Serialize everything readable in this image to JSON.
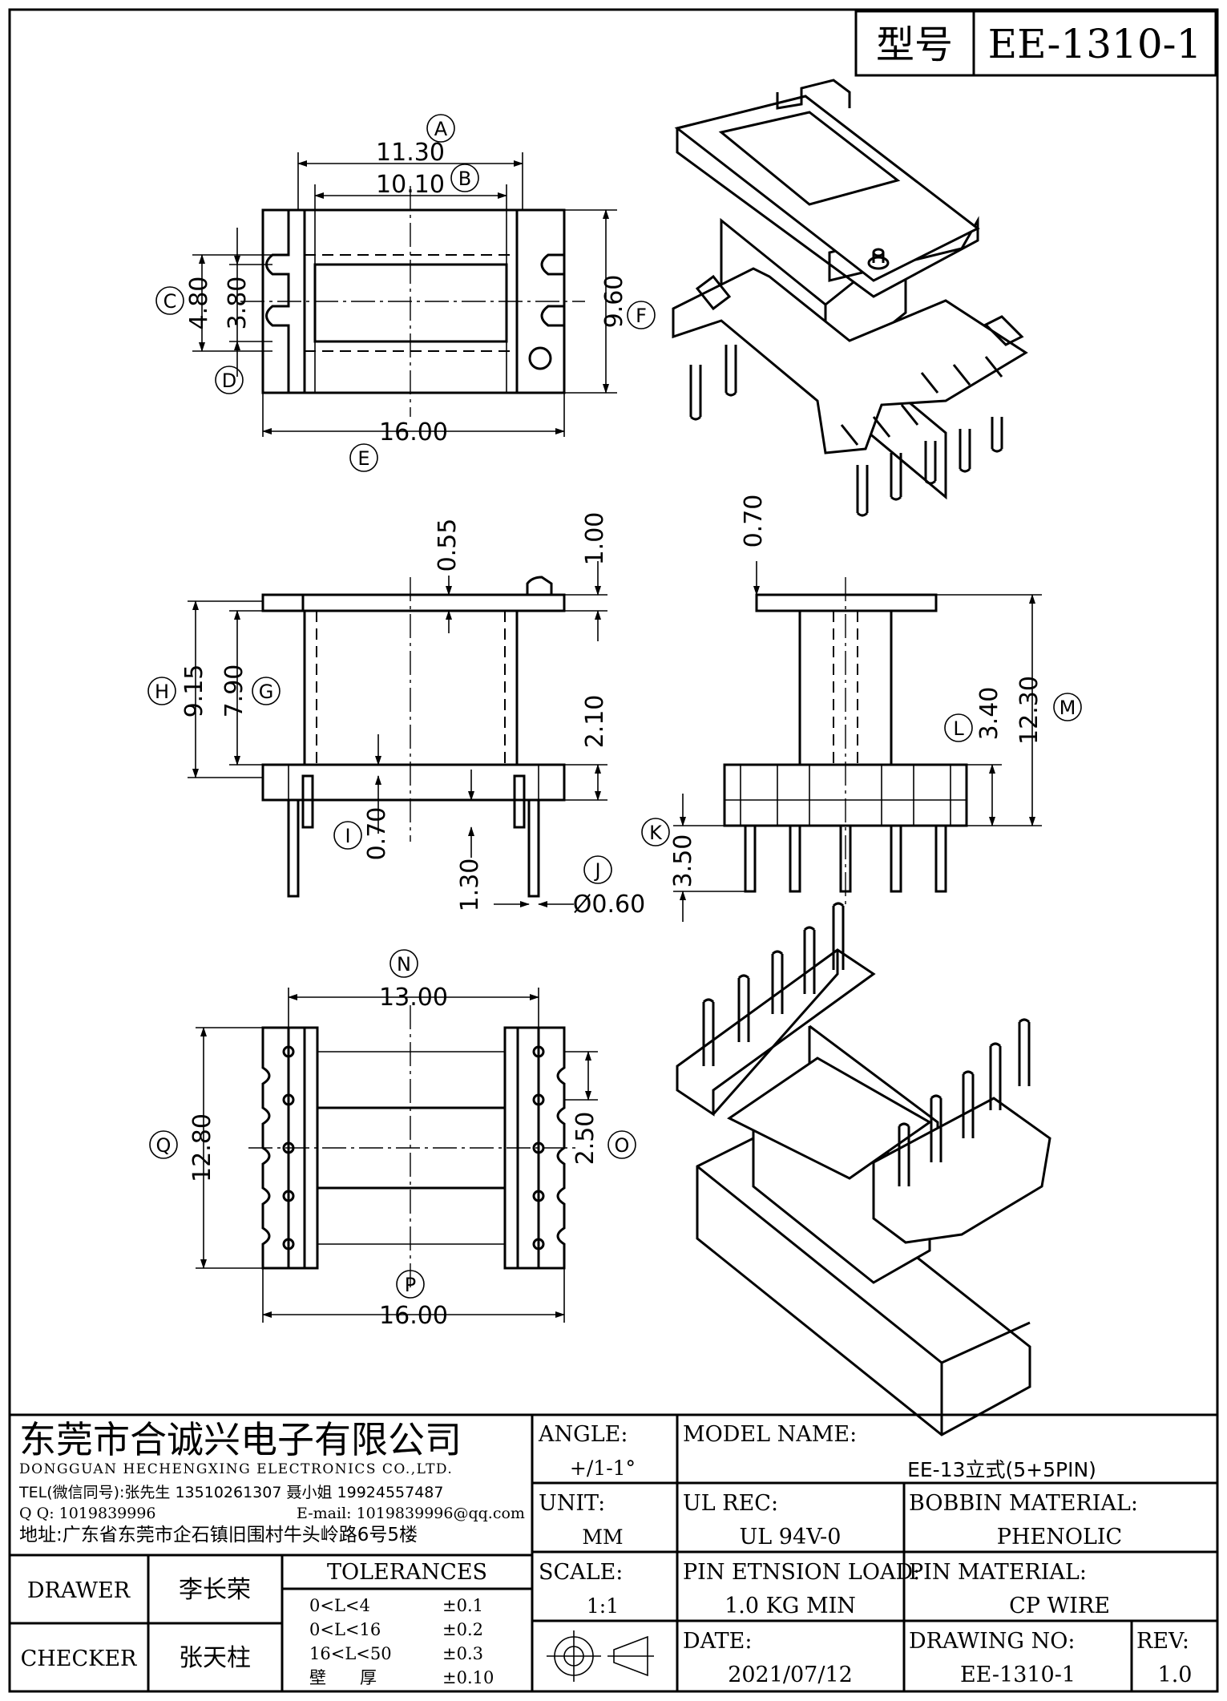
{
  "header": {
    "model_label": "型号",
    "model_value": "EE-1310-1"
  },
  "dimensions": {
    "A": "11.30",
    "B": "10.10",
    "C": "4.80",
    "D": "3.80",
    "E": "16.00",
    "F": "9.60",
    "H": "9.15",
    "G": "7.90",
    "top_flange": "0.55",
    "pin_top": "1.00",
    "base_h": "2.10",
    "I": "0.70",
    "J_offset": "1.30",
    "J_dia": "Ø0.60",
    "side_top": "0.70",
    "L": "3.40",
    "M": "12.30",
    "K": "3.50",
    "N": "13.00",
    "Q": "12.80",
    "O": "2.50",
    "P": "16.00"
  },
  "callouts": [
    "A",
    "B",
    "C",
    "D",
    "E",
    "F",
    "G",
    "H",
    "I",
    "J",
    "K",
    "L",
    "M",
    "N",
    "O",
    "P",
    "Q"
  ],
  "title_block": {
    "company_cn": "东莞市合诚兴电子有限公司",
    "company_en": "DONGGUAN HECHENGXING ELECTRONICS CO.,LTD.",
    "tel": "TEL(微信同号):张先生 13510261307 聂小姐 19924557487",
    "qq": "Q Q: 1019839996",
    "email": "E-mail: 1019839996@qq.com",
    "address": "地址:广东省东莞市企石镇旧围村牛头岭路6号5楼",
    "angle_label": "ANGLE:",
    "angle_value": "+/1-1°",
    "unit_label": "UNIT:",
    "unit_value": "MM",
    "scale_label": "SCALE:",
    "scale_value": "1:1",
    "model_name_label": "MODEL NAME:",
    "model_name_value": "EE-13立式(5+5PIN)",
    "ul_label": "UL REC:",
    "ul_value": "UL 94V-0",
    "bobbin_label": "BOBBIN MATERIAL:",
    "bobbin_value": "PHENOLIC",
    "pin_load_label": "PIN ETNSION LOAD:",
    "pin_load_value": "1.0 KG MIN",
    "pin_mat_label": "PIN MATERIAL:",
    "pin_mat_value": "CP WIRE",
    "date_label": "DATE:",
    "date_value": "2021/07/12",
    "drawing_no_label": "DRAWING NO:",
    "drawing_no_value": "EE-1310-1",
    "rev_label": "REV:",
    "rev_value": "1.0",
    "drawer_label": "DRAWER",
    "drawer_value": "李长荣",
    "checker_label": "CHECKER",
    "checker_value": "张天柱",
    "tolerances_label": "TOLERANCES",
    "tolerances": [
      {
        "range": "0<L<4",
        "value": "±0.1"
      },
      {
        "range": "0<L<16",
        "value": "±0.2"
      },
      {
        "range": "16<L<50",
        "value": "±0.3"
      },
      {
        "range": "壁　　厚",
        "value": "±0.10"
      }
    ]
  }
}
